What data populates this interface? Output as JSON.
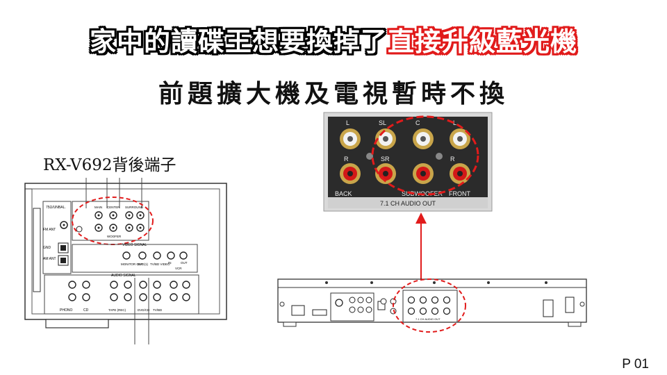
{
  "title": {
    "part1": "家中的讀碟王想要換掉了",
    "part2": "直接升級藍光機"
  },
  "subtitle": "前題擴大機及電視暫時不換",
  "receiver": {
    "model_label": "RX-V692背後端子",
    "labels": {
      "seven5_ohms": "75Ω/UNBAL.",
      "fm_ant": "FM ANT",
      "gnd": "GND",
      "am_ant": "AM ANT",
      "main": "MAIN",
      "center": "CENTER",
      "surround": "SURROUND",
      "sub_woofer": "WOOFER",
      "video_signal": "VIDEO SIGNAL",
      "monitor_out": "MONITOR OUT",
      "dvd_in": "DVD(1)",
      "tv_bd_video": "TV/BD VIDEO",
      "in": "IN",
      "out": "OUT",
      "vcr": "VCR",
      "audio_signal": "AUDIO SIGNAL",
      "phono": "PHONO",
      "cd": "CD",
      "tape": "TAPE (REC)",
      "dvd_cd": "DVD/CD",
      "tv_bd": "TV/BD"
    }
  },
  "outputs_closeup": {
    "top_labels": [
      "L",
      "SL",
      "C",
      "L"
    ],
    "side_labels": [
      "R",
      "SR",
      "R"
    ],
    "back": "BACK",
    "subwoofer": "SUBWOOFER",
    "front": "FRONT",
    "caption": "7.1 CH AUDIO OUT"
  },
  "player": {
    "caption": "7.1 CH AUDIO OUT"
  },
  "page_number": "P 01",
  "colors": {
    "accent_red": "#e11b1b",
    "panel_dark": "#2b2b2b"
  }
}
